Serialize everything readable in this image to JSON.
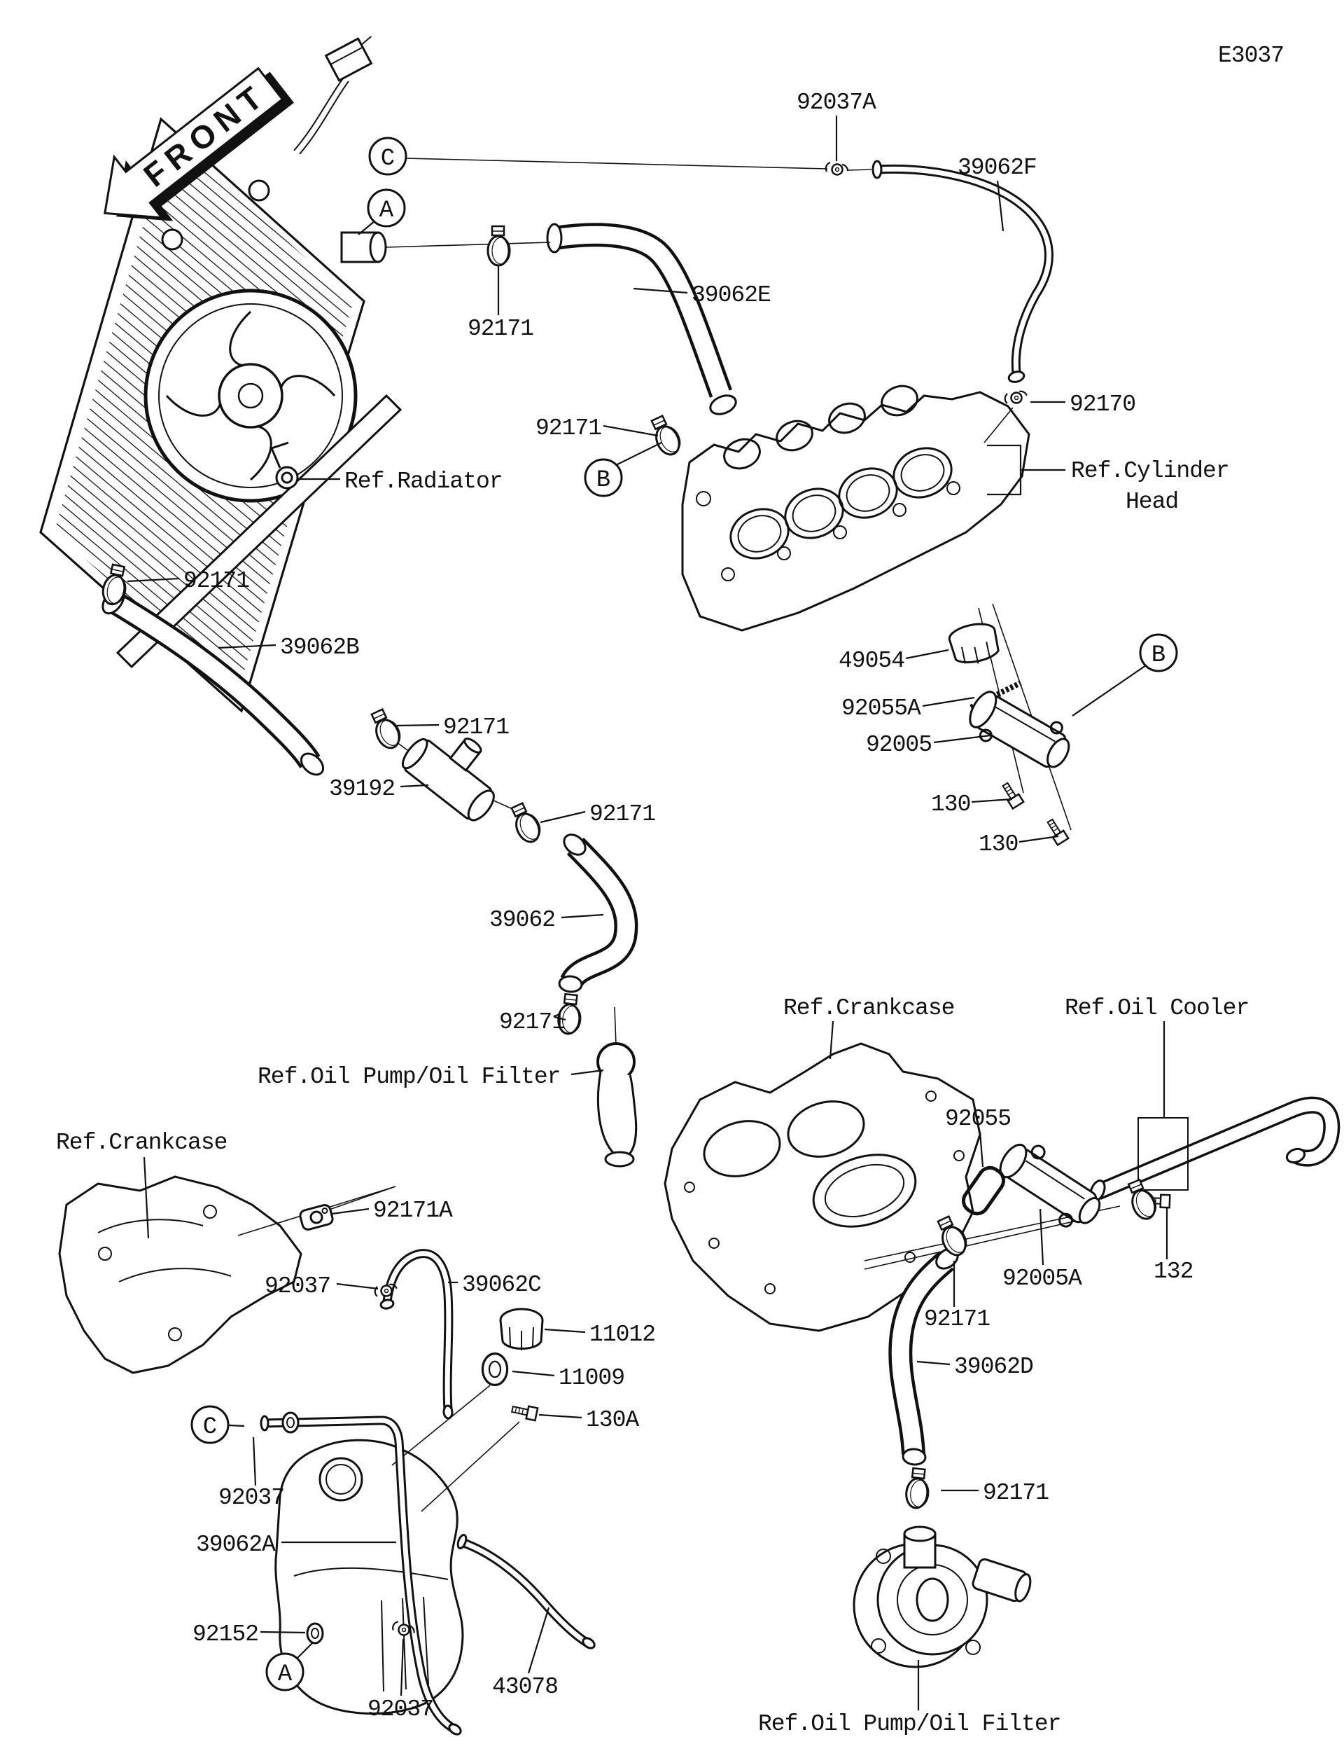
{
  "page": {
    "diagram_code": "E3037",
    "front_label": "FRONT"
  },
  "callout_letters": {
    "c_top": "C",
    "a_top": "A",
    "b_hose": "B",
    "b_thermostat": "B",
    "c_bottom": "C",
    "a_bottom": "A"
  },
  "parts": {
    "p92037A": "92037A",
    "p39062F": "39062F",
    "p92171_1": "92171",
    "p39062E": "39062E",
    "p92171_2": "92171",
    "p92170": "92170",
    "p92171_3": "92171",
    "p39062B": "39062B",
    "p49054": "49054",
    "p92055A": "92055A",
    "p92005": "92005",
    "p130_1": "130",
    "p130_2": "130",
    "p92171_4": "92171",
    "p39192": "39192",
    "p92171_5": "92171",
    "p39062": "39062",
    "p92171_6": "92171",
    "p92055": "92055",
    "p92171A": "92171A",
    "p39062C": "39062C",
    "p92037_1": "92037",
    "p11012": "11012",
    "p11009": "11009",
    "p130A": "130A",
    "p92005A": "92005A",
    "p132": "132",
    "p92171_7": "92171",
    "p39062D": "39062D",
    "p92037_2": "92037",
    "p39062A": "39062A",
    "p92152": "92152",
    "p92037_3": "92037",
    "p43078": "43078",
    "p92171_8": "92171"
  },
  "refs": {
    "radiator": "Ref.Radiator",
    "cylinder_head_line1": "Ref.Cylinder",
    "cylinder_head_line2": "Head",
    "crankcase_mid": "Ref.Crankcase",
    "oil_cooler": "Ref.Oil Cooler",
    "oil_pump_mid": "Ref.Oil Pump/Oil Filter",
    "crankcase_left": "Ref.Crankcase",
    "oil_pump_bottom": "Ref.Oil Pump/Oil Filter"
  }
}
